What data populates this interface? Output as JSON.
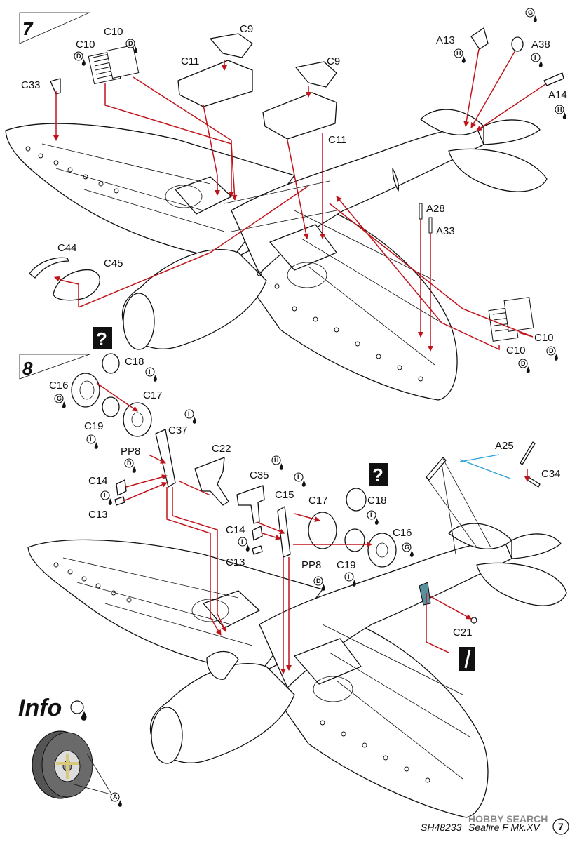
{
  "steps": [
    {
      "number": "7"
    },
    {
      "number": "8"
    }
  ],
  "info_label": "Info",
  "footer": {
    "code": "SH48233",
    "model": "Seafire F Mk.XV",
    "page": "7",
    "watermark": "HOBBY SEARCH"
  },
  "paint_codes": [
    "A",
    "D",
    "G",
    "H",
    "I"
  ],
  "question_mark": "?",
  "step7_labels": {
    "c10_a": "C10",
    "c10_b": "C10",
    "c9_a": "C9",
    "c9_b": "C9",
    "c11_a": "C11",
    "c11_b": "C11",
    "c33": "C33",
    "c44": "C44",
    "c45": "C45",
    "a13": "A13",
    "a38": "A38",
    "a14": "A14",
    "a28": "A28",
    "a33": "A33",
    "c10_c": "C10",
    "c10_d": "C10"
  },
  "step8_labels": {
    "c18_a": "C18",
    "c16_a": "C16",
    "c17_a": "C17",
    "c19_a": "C19",
    "c37": "C37",
    "pp8_a": "PP8",
    "c22": "C22",
    "c14_a": "C14",
    "c13_a": "C13",
    "c35": "C35",
    "c15": "C15",
    "c17_b": "C17",
    "c18_b": "C18",
    "c14_b": "C14",
    "c13_b": "C13",
    "c16_b": "C16",
    "pp8_b": "PP8",
    "c19_b": "C19",
    "a25": "A25",
    "c34": "C34",
    "c21": "C21"
  }
}
